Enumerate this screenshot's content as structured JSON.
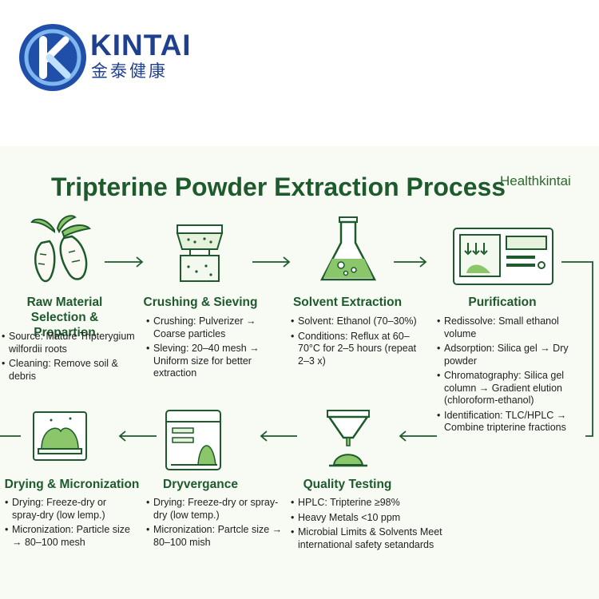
{
  "brand": {
    "name": "KINTAI",
    "chinese": "金泰健康"
  },
  "title": "Tripterine Powder Extraction Process",
  "watermark": "Healthkintai",
  "steps": [
    {
      "title": "Raw Material\nSelection & Prepartion",
      "items": [
        "Source: Mature Tripterygium wilfordii roots",
        "Cleaning: Remove soil & debris"
      ],
      "icon": "roots-icon"
    },
    {
      "title": "Crushing & Sieving",
      "items": [
        "Crushing: Pulverizer → Coarse particles",
        "Sleving: 20–40 mesh → Uniform size for better extraction"
      ],
      "icon": "crusher-icon"
    },
    {
      "title": "Solvent Extraction",
      "items": [
        "Solvent: Ethanol (70–30%)",
        "Conditions: Reflux at 60–70°C for 2–5 hours (repeat 2–3 x)"
      ],
      "icon": "flask-icon"
    },
    {
      "title": "Purification",
      "items": [
        "Redissolve: Small ethanol volume",
        "Adsorption: Silica gel → Dry powder",
        "Chromatography: Silica gel column → Gradient elution (chloroform-ethanol)",
        "Identification: TLC/HPLC → Combine tripterine fractions"
      ],
      "icon": "chromatography-machine-icon"
    },
    {
      "title": "Quality Testing",
      "items": [
        "HPLC: Tripterine ≥98%",
        "Heavy Metals  <10 ppm",
        "Microbial Limits & Solvents Meet international safety setandards"
      ],
      "icon": "funnel-powder-icon"
    },
    {
      "title": "Dryvergance",
      "items": [
        "Drying: Freeze-dry or spray-dry (low temp.)",
        "Micronization: Partcle size → 80–100 mish"
      ],
      "icon": "dryer-machine-icon"
    },
    {
      "title": "Drying & Micronization",
      "items": [
        "Drying: Freeze-dry or spray-dry (low lemp.)",
        "Micronization: Particle size → 80–100 mesh"
      ],
      "icon": "powder-tray-icon"
    }
  ],
  "colors": {
    "dark_green": "#1d5a2c",
    "light_green": "#8cc66a",
    "panel": "#f8fbf4",
    "brand_blue": "#1f3f8f"
  }
}
